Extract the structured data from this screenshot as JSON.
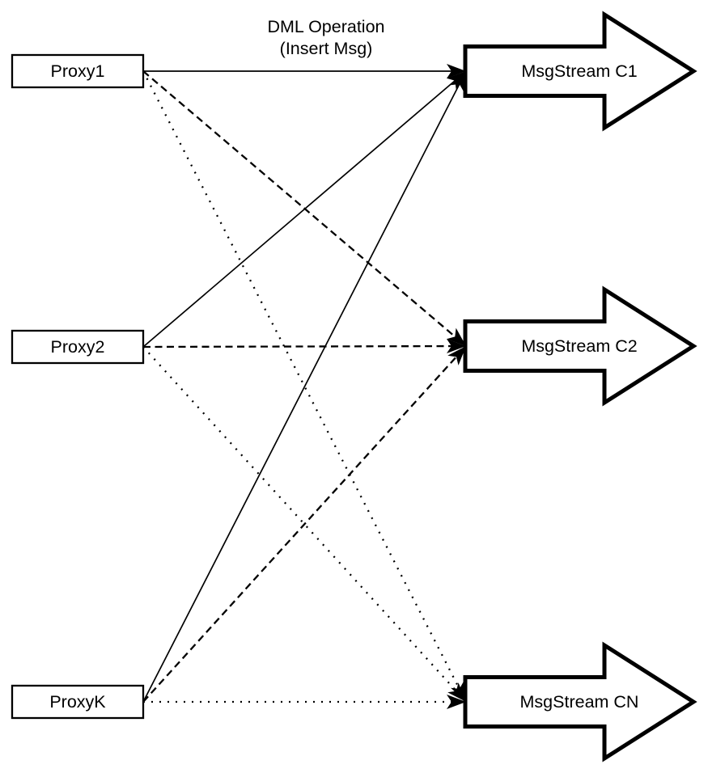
{
  "diagram": {
    "title": {
      "line1": "DML Operation",
      "line2": "(Insert Msg)"
    },
    "proxies": [
      {
        "id": "proxy1",
        "label": "Proxy1"
      },
      {
        "id": "proxy2",
        "label": "Proxy2"
      },
      {
        "id": "proxyK",
        "label": "ProxyK"
      }
    ],
    "streams": [
      {
        "id": "c1",
        "label": "MsgStream C1"
      },
      {
        "id": "c2",
        "label": "MsgStream C2"
      },
      {
        "id": "cn",
        "label": "MsgStream CN"
      }
    ],
    "edges": [
      {
        "from": "proxy1",
        "to": "c1",
        "style": "solid"
      },
      {
        "from": "proxy1",
        "to": "c2",
        "style": "dashed"
      },
      {
        "from": "proxy1",
        "to": "cn",
        "style": "dotted"
      },
      {
        "from": "proxy2",
        "to": "c1",
        "style": "solid"
      },
      {
        "from": "proxy2",
        "to": "c2",
        "style": "dashed"
      },
      {
        "from": "proxy2",
        "to": "cn",
        "style": "dotted"
      },
      {
        "from": "proxyK",
        "to": "c1",
        "style": "solid"
      },
      {
        "from": "proxyK",
        "to": "c2",
        "style": "dashed"
      },
      {
        "from": "proxyK",
        "to": "cn",
        "style": "dotted"
      }
    ],
    "colors": {
      "stroke": "#000000",
      "fill": "#ffffff",
      "background": "#ffffff"
    }
  }
}
